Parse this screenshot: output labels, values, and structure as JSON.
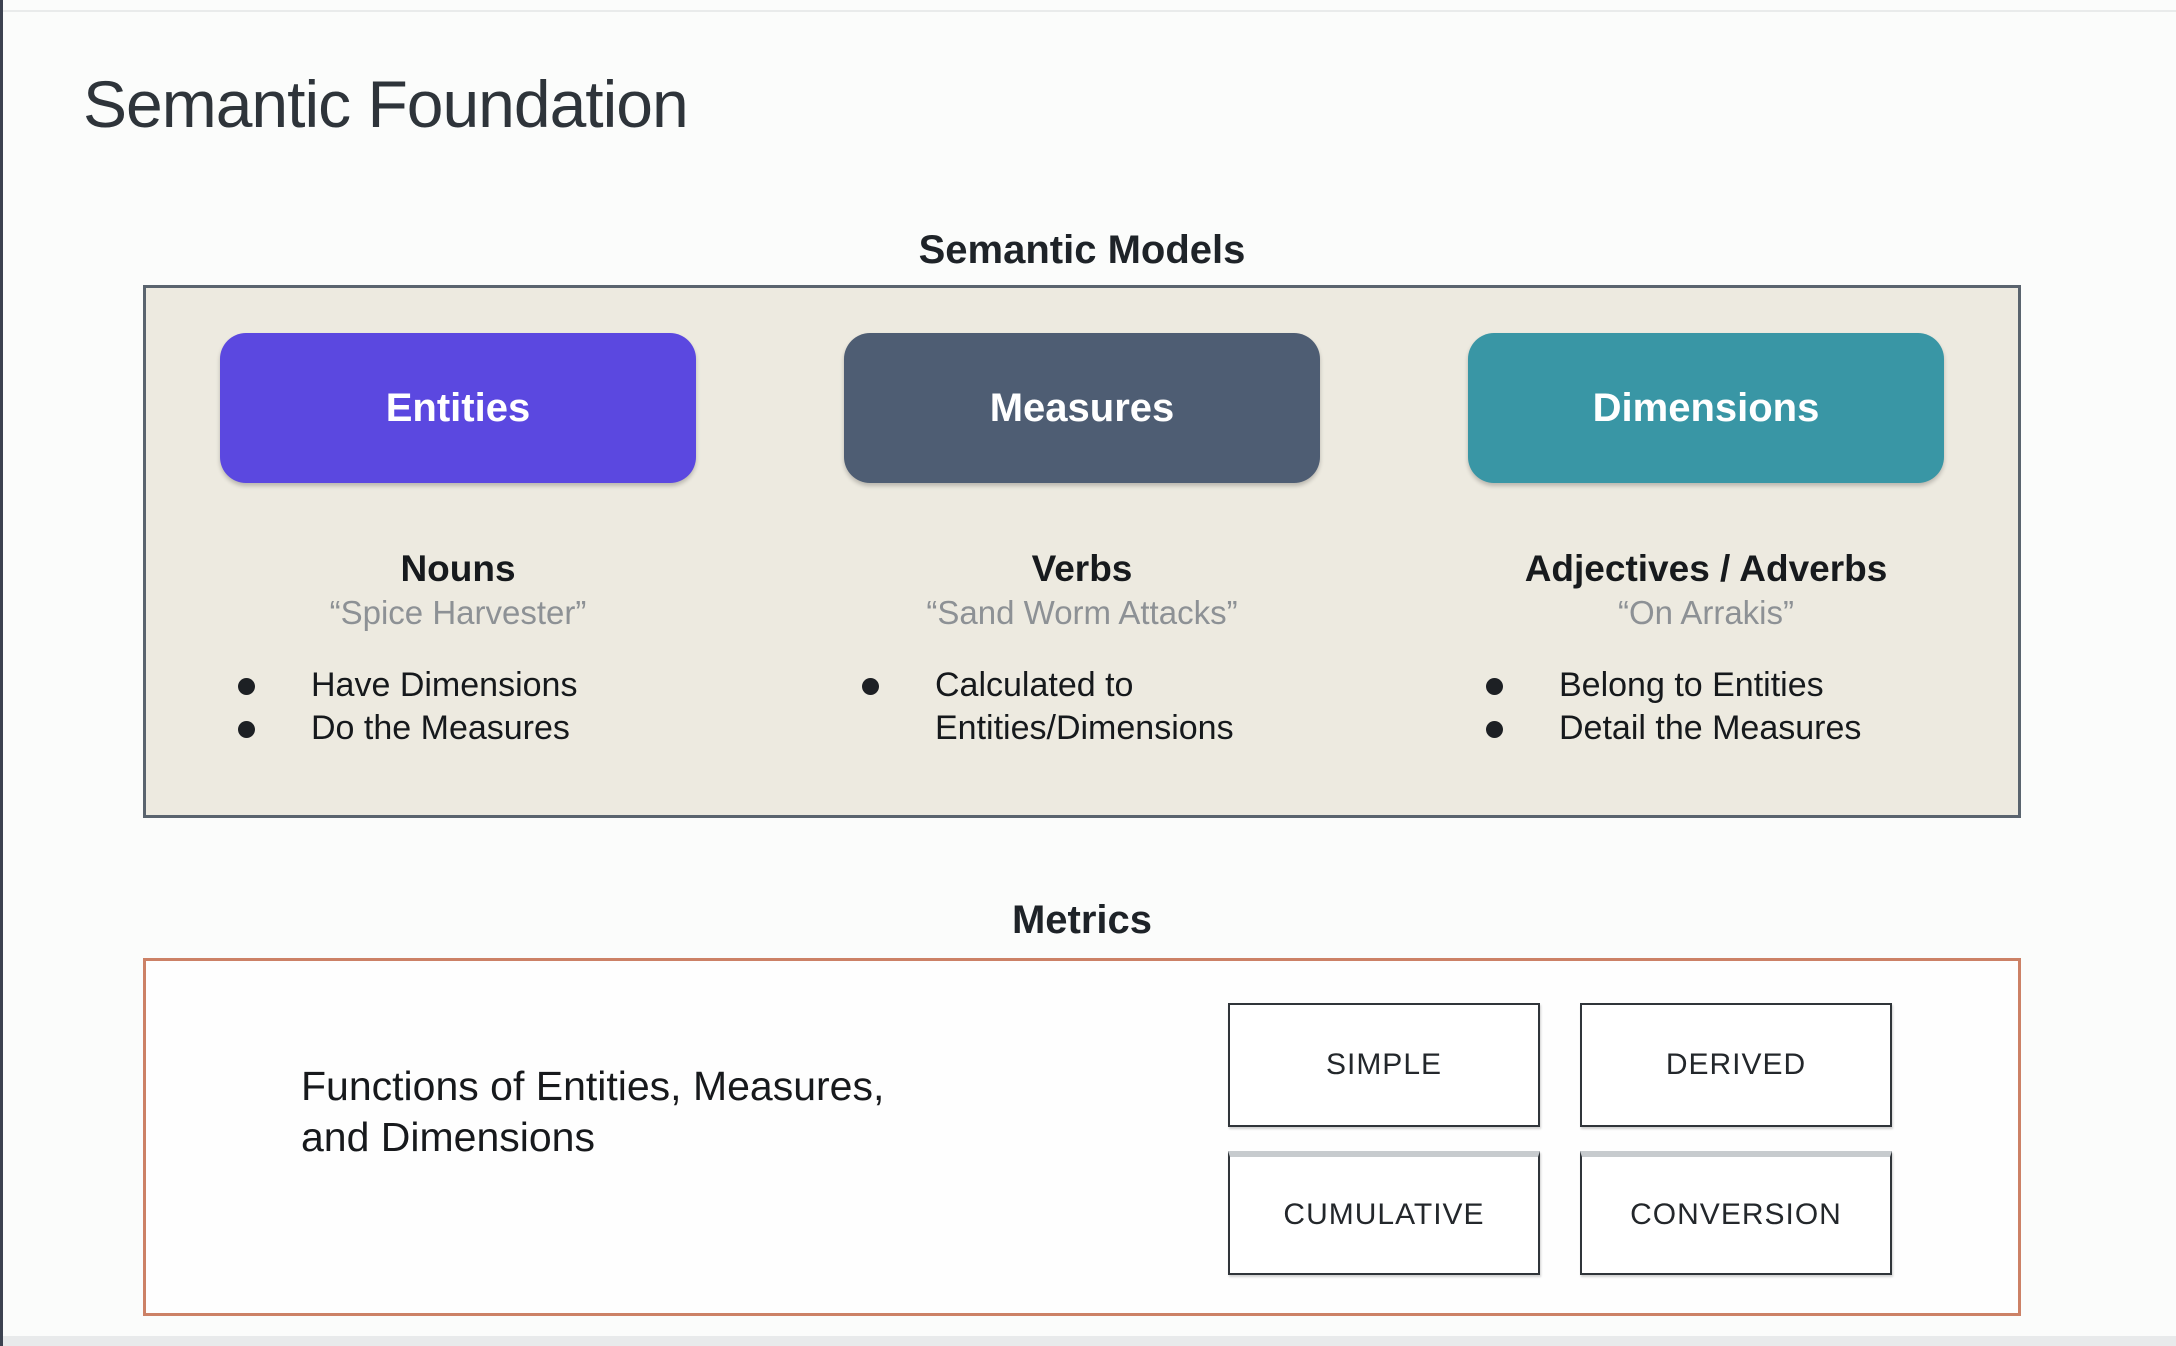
{
  "page": {
    "title": "Semantic Foundation"
  },
  "semantic_models": {
    "title": "Semantic Models",
    "panel_background": "#edeae0",
    "panel_border": "#5a646e",
    "columns": [
      {
        "label": "Entities",
        "color": "#5b48e0",
        "role": "Nouns",
        "example": "“Spice Harvester”",
        "bullets": [
          "Have Dimensions",
          "Do the Measures"
        ]
      },
      {
        "label": "Measures",
        "color": "#4e5d73",
        "role": "Verbs",
        "example": "“Sand Worm Attacks”",
        "bullets": [
          "Calculated to Entities/Dimensions"
        ]
      },
      {
        "label": "Dimensions",
        "color": "#3996a5",
        "role": "Adjectives / Adverbs",
        "example": "“On Arrakis”",
        "bullets": [
          "Belong to Entities",
          "Detail the Measures"
        ]
      }
    ]
  },
  "metrics": {
    "title": "Metrics",
    "panel_border": "#cc8166",
    "description": "Functions of Entities, Measures, and Dimensions",
    "types": [
      "SIMPLE",
      "DERIVED",
      "CUMULATIVE",
      "CONVERSION"
    ]
  }
}
